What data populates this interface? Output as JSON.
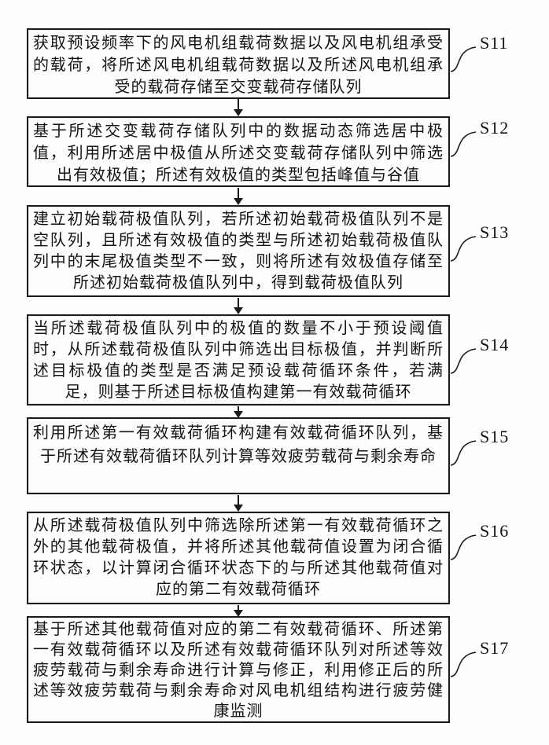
{
  "figure": {
    "type": "flowchart",
    "background_color": "#fefefe",
    "box_fill_color": "#fdfdfd",
    "line_color": "#1a1a1a",
    "text_color": "#141414"
  },
  "steps": [
    {
      "label": "S11",
      "text": "获取预设频率下的风电机组载荷数据以及风电机组承受的载荷，将所述风电机组载荷数据以及所述风电机组承受的载荷存储至交变载荷存储队列"
    },
    {
      "label": "S12",
      "text": "基于所述交变载荷存储队列中的数据动态筛选居中极值，利用所述居中极值从所述交变载荷存储队列中筛选出有效极值；所述有效极值的类型包括峰值与谷值"
    },
    {
      "label": "S13",
      "text": "建立初始载荷极值队列，若所述初始载荷极值队列不是空队列，且所述有效极值的类型与所述初始载荷极值队列中的末尾极值类型不一致，则将所述有效极值存储至所述初始载荷极值队列中，得到载荷极值队列"
    },
    {
      "label": "S14",
      "text": "当所述载荷极值队列中的极值的数量不小于预设阈值时，从所述载荷极值队列中筛选出目标极值，并判断所述目标极值的类型是否满足预设载荷循环条件，若满足，则基于所述目标极值构建第一有效载荷循环"
    },
    {
      "label": "S15",
      "text": "利用所述第一有效载荷循环构建有效载荷循环队列，基于所述有效载荷循环队列计算等效疲劳载荷与剩余寿命"
    },
    {
      "label": "S16",
      "text": "从所述载荷极值队列中筛选除所述第一有效载荷循环之外的其他载荷极值，并将所述其他载荷值设置为闭合循环状态，以计算闭合循环状态下的与所述其他载荷值对应的第二有效载荷循环"
    },
    {
      "label": "S17",
      "text": "基于所述其他载荷值对应的第二有效载荷循环、所述第一有效载荷循环以及所述有效载荷循环队列对所述等效疲劳载荷与剩余寿命进行计算与修正，利用修正后的所述等效疲劳载荷与剩余寿命对风电机组结构进行疲劳健康监测"
    }
  ]
}
